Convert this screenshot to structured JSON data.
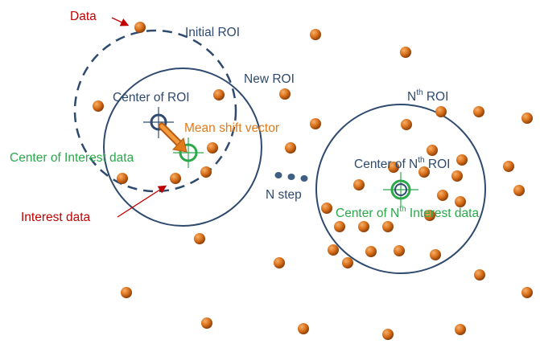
{
  "colors": {
    "roi_line": "#2e4a6e",
    "red_label": "#c00000",
    "green": "#2aa84a",
    "orange": "#e07a1a",
    "dot": "#d9701a",
    "dot_dark": "#8a3e0a",
    "dot_highlight": "#f6b06a",
    "n_step_dots": "#3e5e82"
  },
  "labels": {
    "data": "Data",
    "initial_roi": "Initial ROI",
    "new_roi": "New ROI",
    "center_of_roi": "Center of ROI",
    "mean_shift_vector": "Mean shift vector",
    "center_of_interest_data": "Center of Interest data",
    "interest_data": "Interest data",
    "n_step": "N step",
    "nth_roi_prefix": "N",
    "nth_roi_sup": "th",
    "nth_roi_suffix": " ROI",
    "center_nth_roi_prefix": "Center of N",
    "center_nth_roi_sup": "th",
    "center_nth_roi_suffix": " ROI",
    "center_nth_interest_prefix": "Center of N",
    "center_nth_interest_sup": "th",
    "center_nth_interest_suffix": " Interest data"
  },
  "icons": [
    "data-point",
    "roi-center-marker",
    "interest-center-marker",
    "arrow"
  ]
}
